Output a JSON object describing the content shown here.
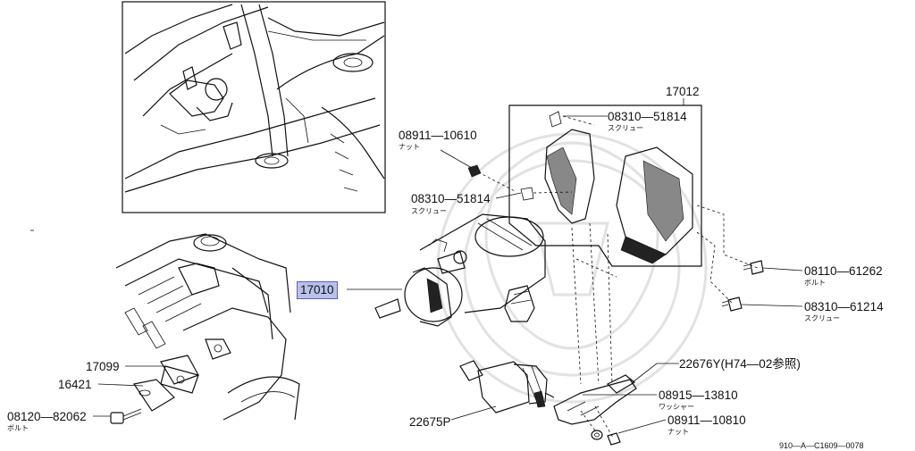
{
  "callouts": {
    "p17012": "17012",
    "p08311_10610": "08911—10610",
    "p08311_10610_sub": "ナット",
    "p08310_51814_top": "08310—51814",
    "p08310_51814_top_sub": "スクリュー",
    "p08310_51814_mid": "08310—51814",
    "p08310_51814_mid_sub": "スクリュー",
    "p17010": "17010",
    "p08110_61262": "08110—61262",
    "p08110_61262_sub": "ボルト",
    "p08310_61214": "08310—61214",
    "p08310_61214_sub": "スクリュー",
    "p17099": "17099",
    "p16421": "16421",
    "p08120_82062": "08120—82062",
    "p08120_82062_sub": "ボルト",
    "p22676Y": "22676Y(H74—02参照)",
    "p08915_13810": "08915—13810",
    "p08915_13810_sub": "ワッシャー",
    "p08911_10810": "08911—10810",
    "p08911_10810_sub": "ナット",
    "p22675P": "22675P"
  },
  "diagram_code": "910—A—C1609—0078",
  "highlight_color": "#b9c0ec"
}
